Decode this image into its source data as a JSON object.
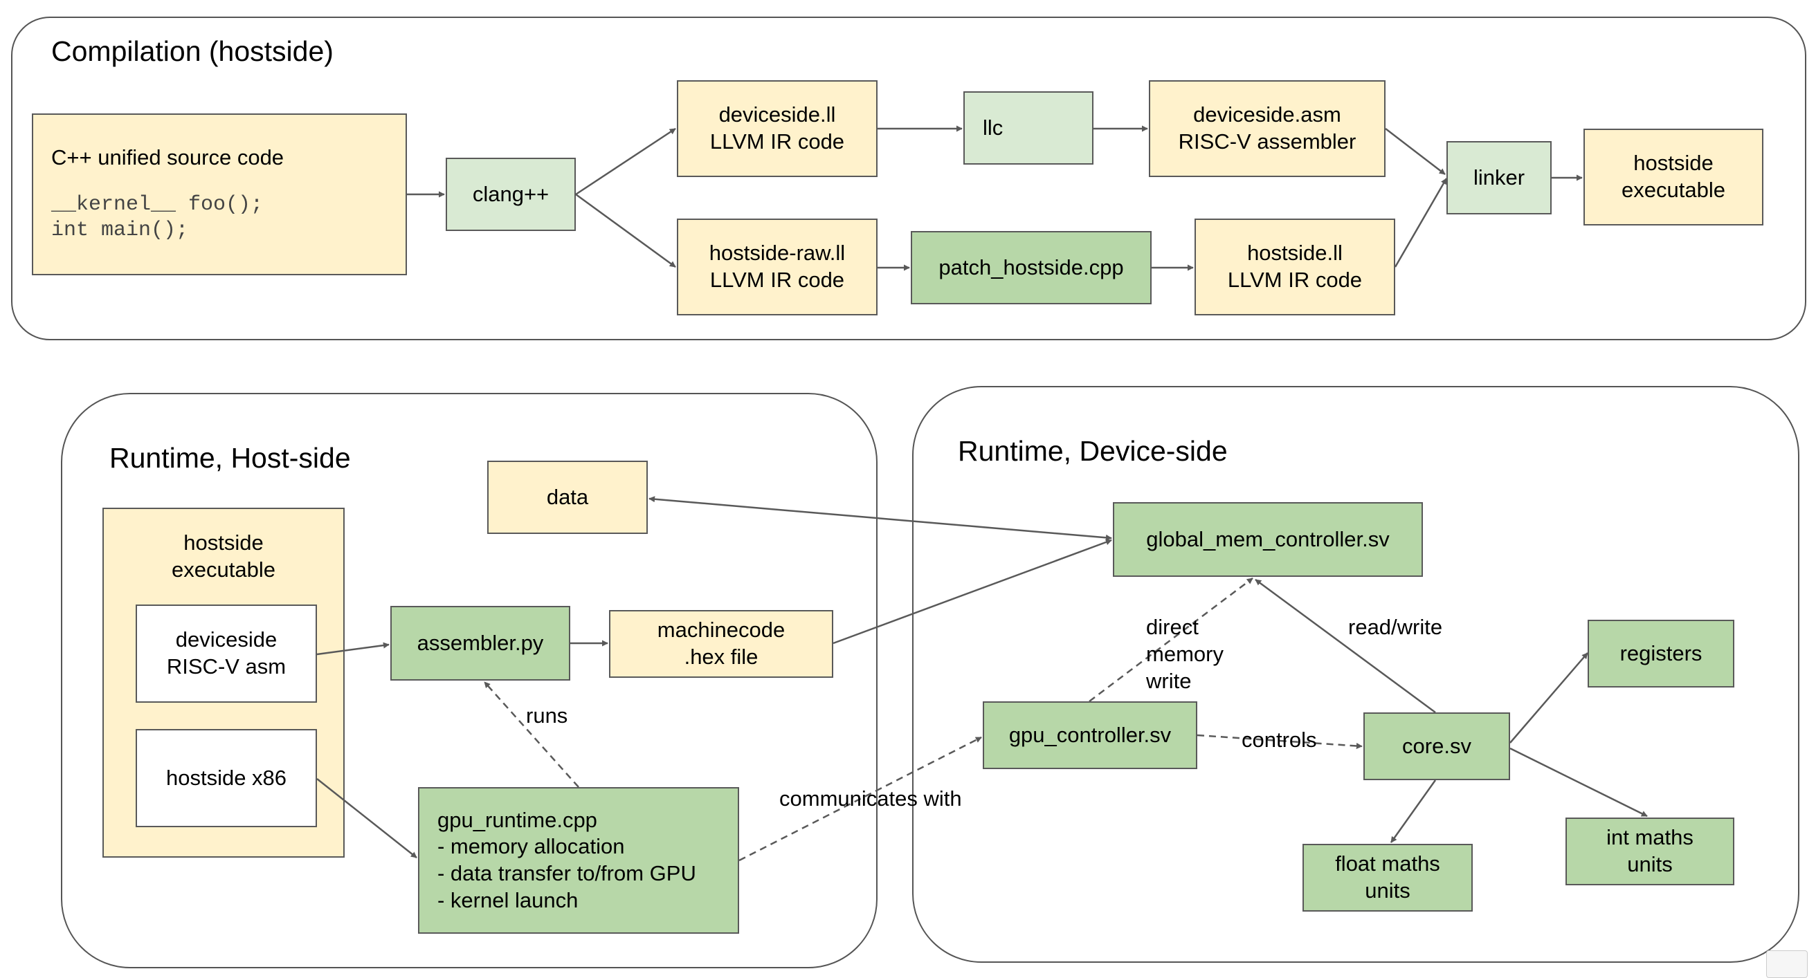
{
  "regions": {
    "compilation": "Compilation (hostside)",
    "host": "Runtime, Host-side",
    "device": "Runtime, Device-side"
  },
  "boxes": {
    "cpp_source": {
      "line1": "C++ unified source code",
      "code1": "__kernel__ foo();",
      "code2": "int main();"
    },
    "clang": "clang++",
    "deviceside_ll": {
      "line1": "deviceside.ll",
      "line2": "LLVM IR code"
    },
    "hostside_raw_ll": {
      "line1": "hostside-raw.ll",
      "line2": "LLVM IR code"
    },
    "llc": "llc",
    "patch_hostside": "patch_hostside.cpp",
    "deviceside_asm": {
      "line1": "deviceside.asm",
      "line2": "RISC-V assembler"
    },
    "hostside_ll": {
      "line1": "hostside.ll",
      "line2": "LLVM IR code"
    },
    "linker": "linker",
    "hostside_exe_top": {
      "line1": "hostside",
      "line2": "executable"
    },
    "data": "data",
    "hostside_exe": {
      "line1": "hostside",
      "line2": "executable"
    },
    "deviceside_riscv": {
      "line1": "deviceside",
      "line2": "RISC-V asm"
    },
    "hostside_x86": "hostside x86",
    "assembler": "assembler.py",
    "machinecode": {
      "line1": "machinecode",
      "line2": ".hex file"
    },
    "gpu_runtime": {
      "line1": "gpu_runtime.cpp",
      "line2": "- memory allocation",
      "line3": "- data transfer to/from GPU",
      "line4": "- kernel launch"
    },
    "global_mem": "global_mem_controller.sv",
    "gpu_controller": "gpu_controller.sv",
    "core": "core.sv",
    "registers": "registers",
    "float_units": {
      "line1": "float maths",
      "line2": "units"
    },
    "int_units": {
      "line1": "int maths",
      "line2": "units"
    }
  },
  "edge_labels": {
    "runs": "runs",
    "communicates": "communicates with",
    "direct1": "direct",
    "direct2": "memory",
    "direct3": "write",
    "read_write": "read/write",
    "controls": "controls"
  },
  "colors": {
    "cream": "#fff2cc",
    "light_green": "#d9ead3",
    "green": "#b7d7a8",
    "stroke": "#595959"
  }
}
